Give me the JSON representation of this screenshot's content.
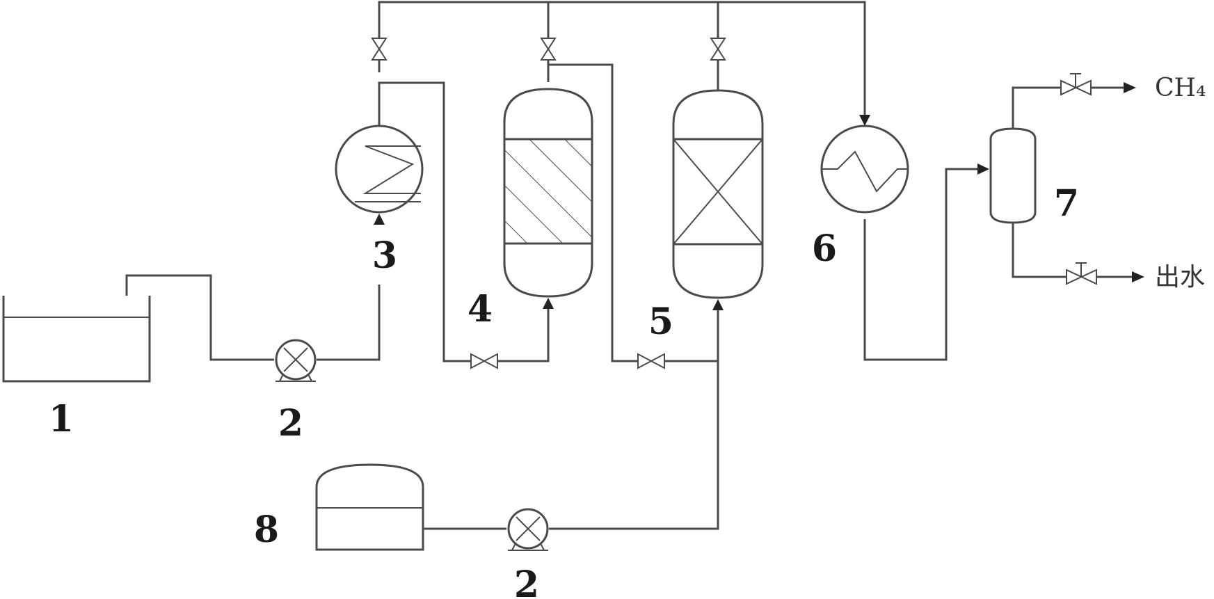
{
  "labels": {
    "tank": "1",
    "pump_top": "2",
    "heater": "3",
    "reactor_1": "4",
    "reactor_2": "5",
    "condenser": "6",
    "separator": "7",
    "storage": "8",
    "pump_bottom": "2"
  },
  "outputs": {
    "gas": "CH₄",
    "water": "出水"
  }
}
